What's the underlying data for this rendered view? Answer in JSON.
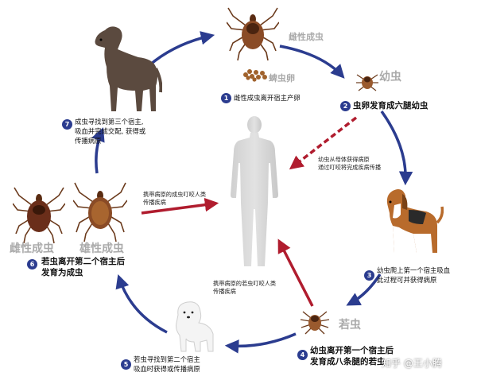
{
  "colors": {
    "cycle_arrow": "#2b3c8f",
    "infection_arrow": "#b01c2e",
    "step_badge": "#2b3c8f",
    "label_grey": "#a6a6a6",
    "human": "#d4d4d4",
    "tick_body": "#8a4b26"
  },
  "labels": {
    "female_adult_top": "雌性成虫",
    "eggs": "蜱虫卵",
    "larva": "幼虫",
    "nymph": "若虫",
    "female_adult_left": "雌性成虫",
    "male_adult_left": "雄性成虫"
  },
  "steps": [
    {
      "num": "1",
      "lines": [
        "雌性成虫离开宿主产卵"
      ]
    },
    {
      "num": "2",
      "lines": [
        "虫卵发育成六腿幼虫"
      ]
    },
    {
      "num": "3",
      "lines": [
        "幼虫爬上第一个宿主吸血",
        "此过程可并获得病原"
      ]
    },
    {
      "num": "4",
      "lines": [
        "幼虫离开第一个宿主后",
        "发育成八条腿的若虫"
      ]
    },
    {
      "num": "5",
      "lines": [
        "若虫寻找到第二个宿主",
        "吸血时获得或传播病原"
      ]
    },
    {
      "num": "6",
      "lines": [
        "若虫离开第二个宿主后",
        "发育为成虫"
      ]
    },
    {
      "num": "7",
      "lines": [
        "成虫寻找到第三个宿主,",
        "吸血并完成交配, 获得或",
        "传播病原"
      ]
    }
  ],
  "notes": {
    "larva_transmission": [
      "幼虫从母体获得病原",
      "通过叮咬将完成疾病传播"
    ],
    "adult_transmission": [
      "携带病原的成虫叮咬人类",
      "传播疾病"
    ],
    "nymph_transmission": [
      "携带病原的若虫叮咬人类",
      "传播疾病"
    ]
  },
  "icons": {
    "hosts": [
      "large-dog",
      "beagle",
      "white-puppy"
    ],
    "ticks": [
      "female-adult-tick",
      "tick-eggs",
      "larva-tick",
      "nymph-tick",
      "female-adult-tick-left",
      "male-adult-tick-left"
    ],
    "human": "human-silhouette"
  },
  "watermark": "知乎 @王小腾"
}
